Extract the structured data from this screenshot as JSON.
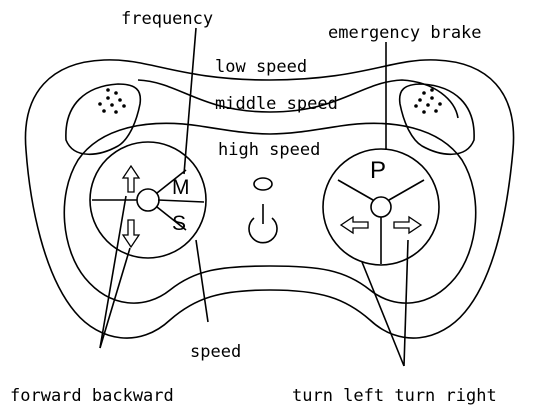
{
  "labels": {
    "frequency": "frequency",
    "emergency_brake": "emergency brake",
    "low_speed": "low speed",
    "middle_speed": "middle speed",
    "high_speed": "high speed",
    "speed": "speed",
    "forward_backward": "forward backward",
    "turn_left_turn_right": "turn left turn right"
  },
  "buttons": {
    "m": "M",
    "s": "S",
    "p": "P"
  },
  "icons": [
    "arrow-up-icon",
    "arrow-down-icon",
    "arrow-left-icon",
    "arrow-right-icon",
    "power-icon",
    "speaker-grille-icon"
  ]
}
